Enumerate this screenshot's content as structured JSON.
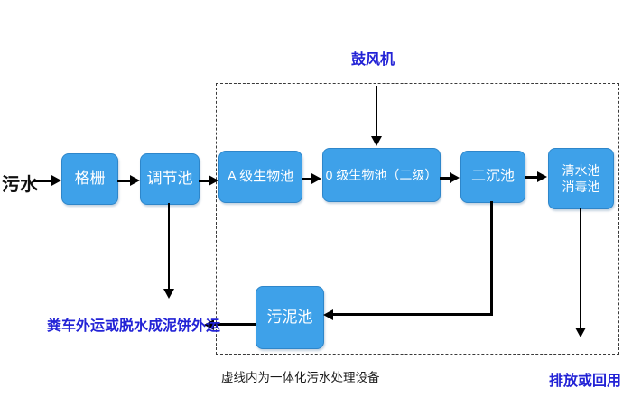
{
  "diagram": {
    "influent_label": "污水",
    "blower_label": "鼓风机",
    "sludge_out_label": "粪车外运或脱水成泥饼外运",
    "discharge_label": "排放或回用",
    "dashed_box_caption": "虚线内为一体化污水处理设备",
    "nodes": {
      "grid": "格栅",
      "regulating_tank": "调节池",
      "a_stage_bio_tank": "A 级生物池",
      "o_stage_bio_tank": "0 级生物池（二级）",
      "secondary_clarifier": "二沉池",
      "clear_water_tank": "清水池",
      "disinfection_tank": "消毒池",
      "sludge_tank": "污泥池"
    },
    "colors": {
      "box_fill": "#3ea1e9",
      "box_border": "#2e86ca",
      "box_text": "#ffffff",
      "blue_label": "#2323d6",
      "arrow": "#000000",
      "dashed_border": "#3a3a3a",
      "background": "#ffffff"
    }
  }
}
